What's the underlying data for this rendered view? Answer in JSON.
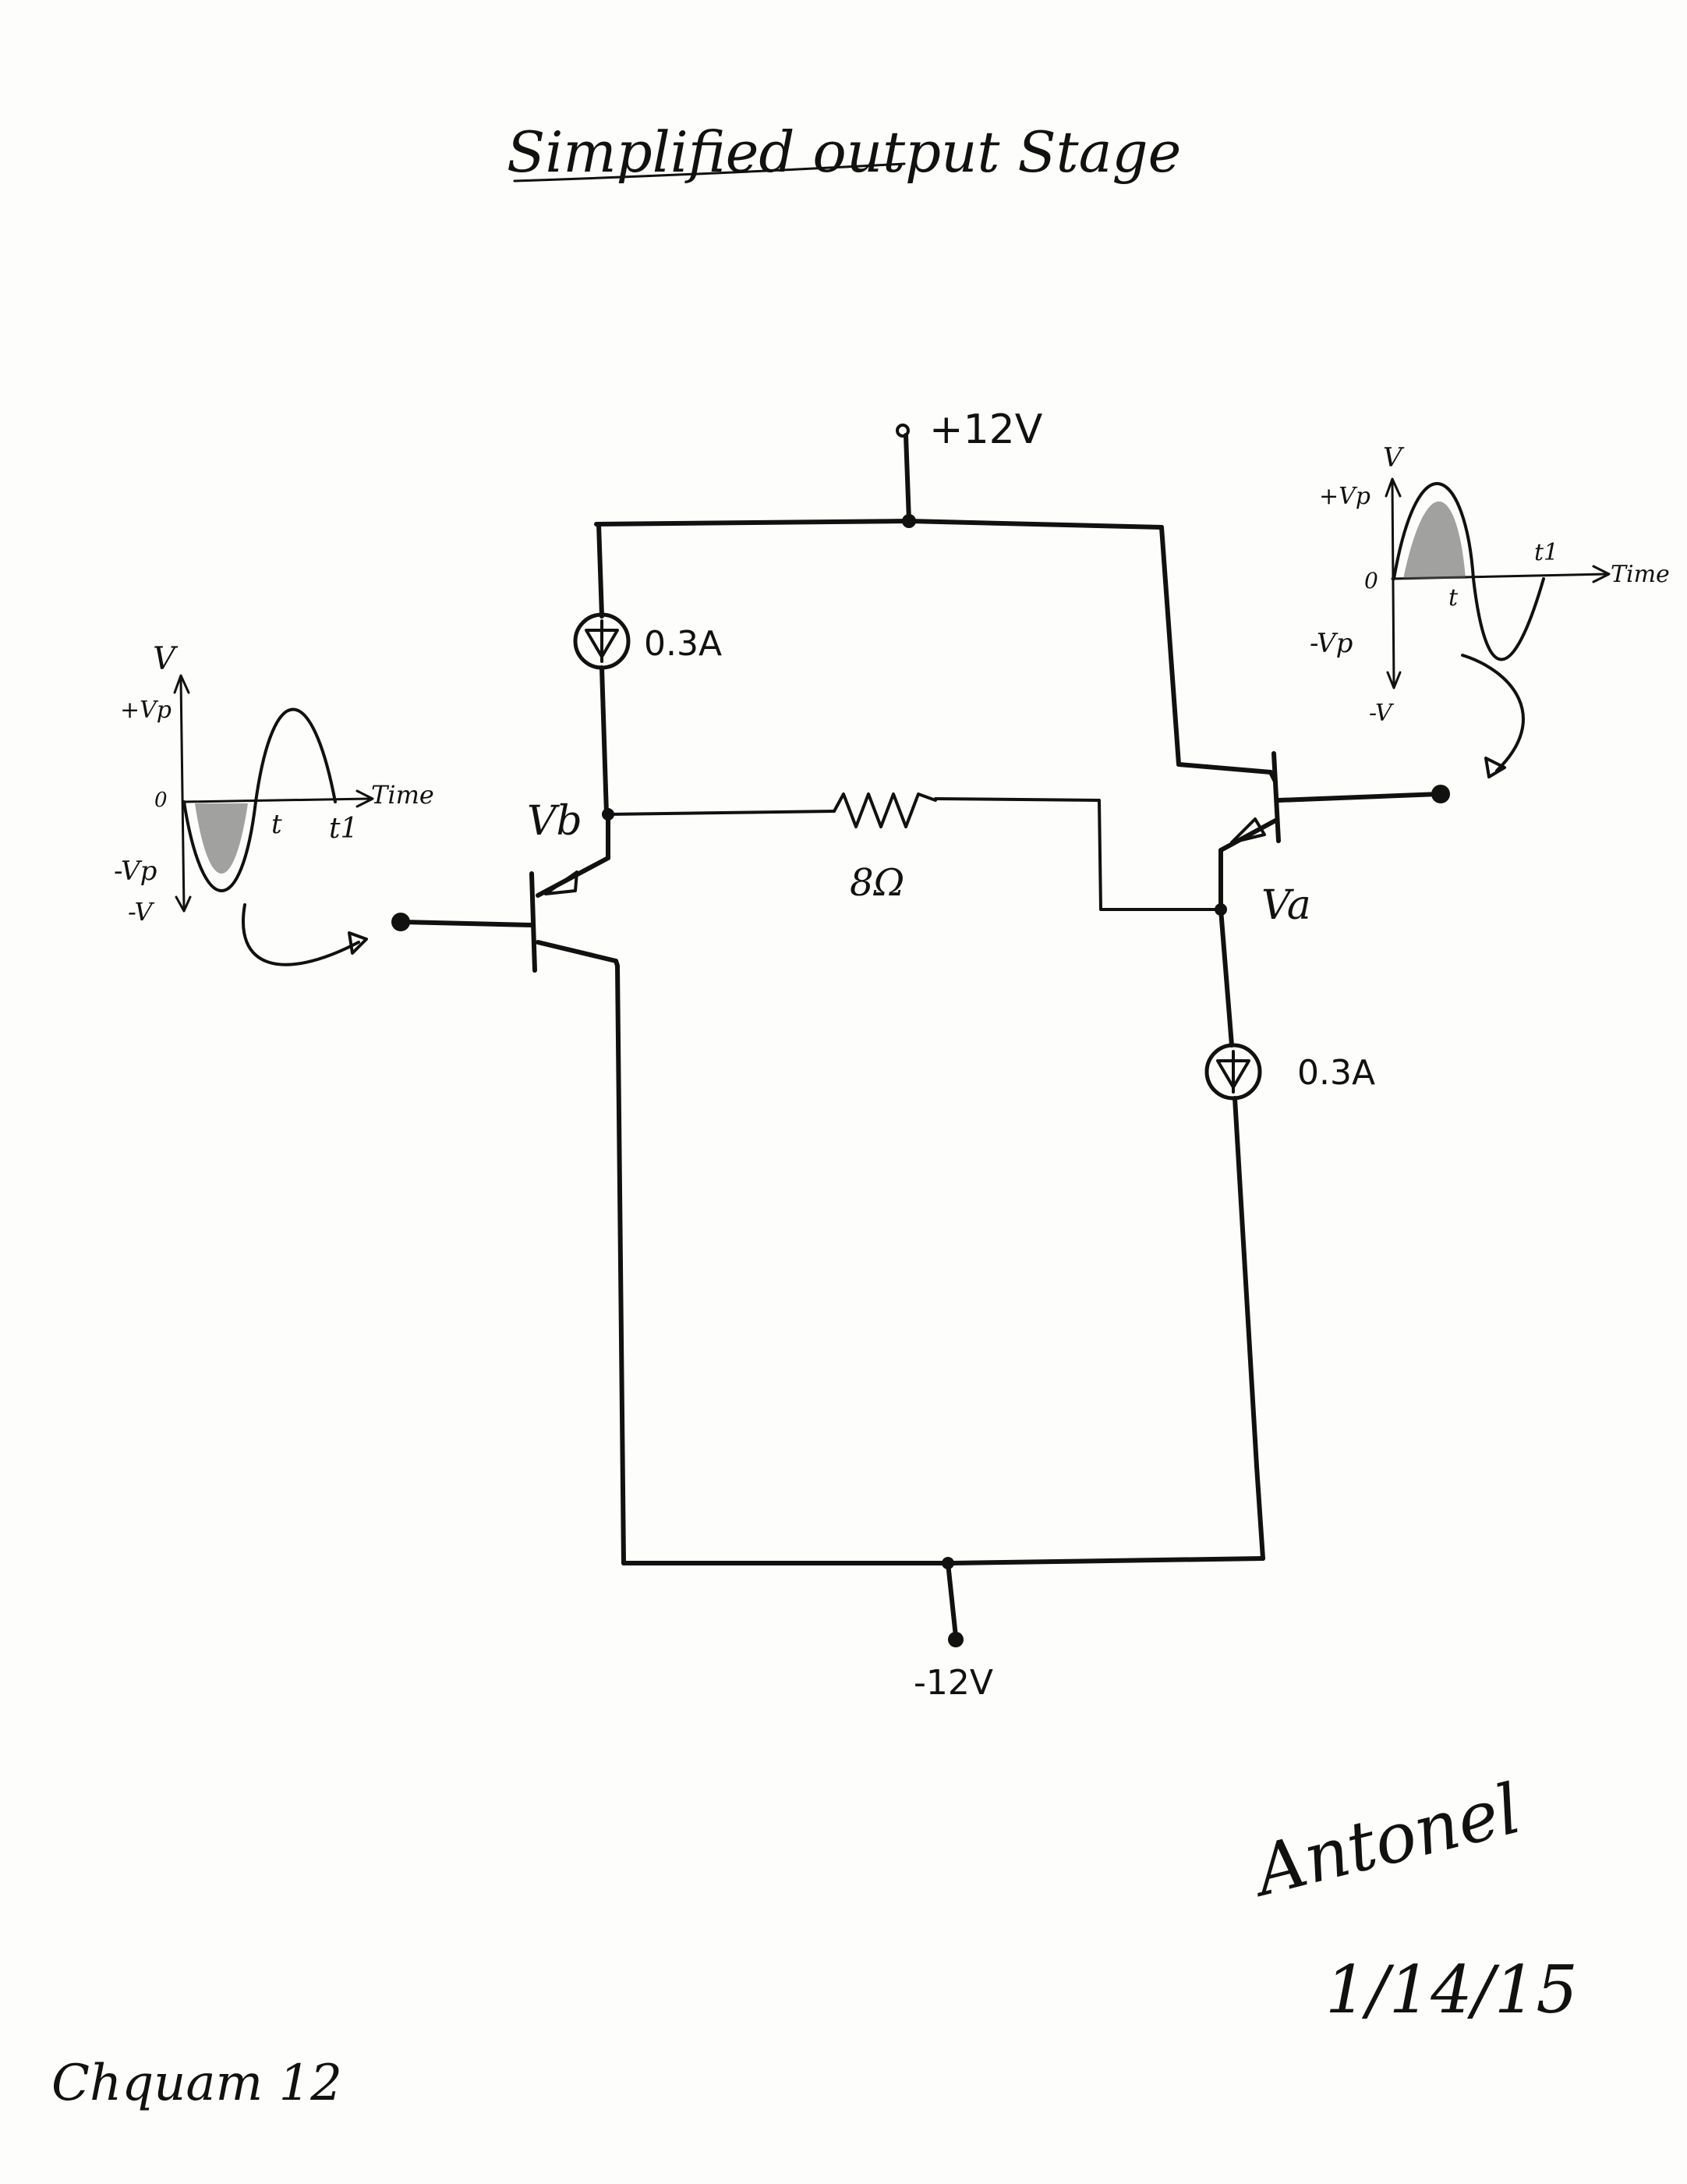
{
  "title": "Simplified output Stage",
  "supply": {
    "positive": "+12V",
    "negative": "-12V"
  },
  "current_source_top": "0.3A",
  "current_source_bottom": "0.3A",
  "resistor": "8Ω",
  "node_b": "Vb",
  "node_a": "Va",
  "left_graph": {
    "y_axis": "V",
    "pos_peak": "+Vp",
    "origin": "0",
    "neg_peak": "-Vp",
    "y_neg": "-V",
    "x_axis": "Time",
    "t_label": "t",
    "t1_label": "t1"
  },
  "right_graph": {
    "y_axis": "V",
    "pos_peak": "+Vp",
    "origin": "0",
    "neg_peak": "-Vp",
    "y_neg": "-V",
    "x_axis": "Time",
    "t_label": "t",
    "t1_label": "t1"
  },
  "signature": {
    "name": "Antonel",
    "date": "1/14/15"
  },
  "footer": "Chquam 12",
  "colors": {
    "ink": "#111111",
    "paper": "#fdfdfb"
  }
}
